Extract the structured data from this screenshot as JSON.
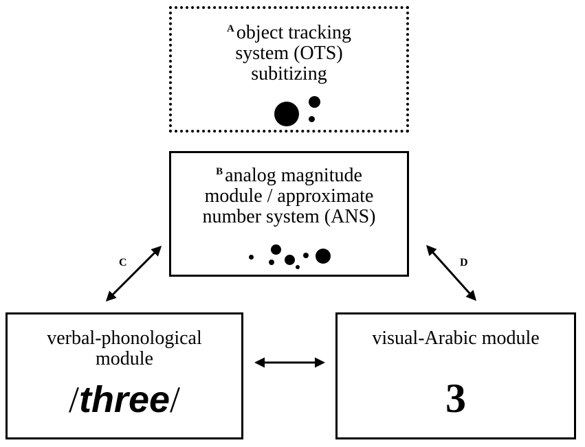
{
  "module_a": {
    "letter": "A",
    "line1": "object tracking",
    "line2": "system (OTS)",
    "line3": "subitizing"
  },
  "module_b": {
    "letter": "B",
    "line1": "analog magnitude",
    "line2": "module / approximate",
    "line3": "number system (ANS)"
  },
  "verbal_module": {
    "line1": "verbal-phonological",
    "line2": "module",
    "slash_left": "/",
    "word": "three",
    "slash_right": "/"
  },
  "visual_module": {
    "line1": "visual-Arabic module",
    "number": "3"
  },
  "arrows": {
    "left_letter": "C",
    "right_letter": "D"
  }
}
